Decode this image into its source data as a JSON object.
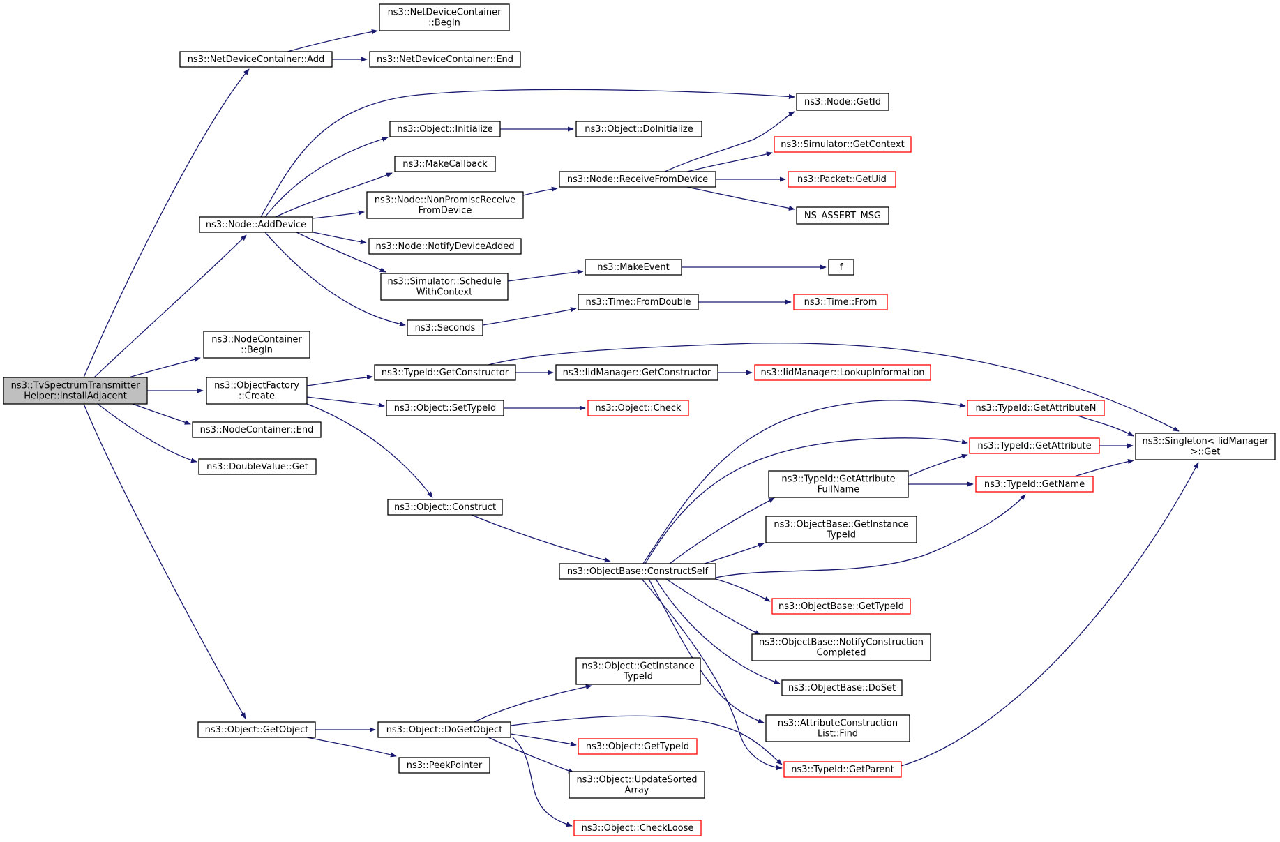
{
  "diagram": {
    "type": "call-graph",
    "colors": {
      "edge": "#191970",
      "node_border": "#000000",
      "node_border_undocumented": "#ff0000",
      "root_fill": "#bfbfbf",
      "node_fill": "#ffffff"
    },
    "nodes": [
      {
        "id": "root",
        "lines": [
          "ns3::TvSpectrumTransmitter",
          "Helper::InstallAdjacent"
        ],
        "style": "root"
      },
      {
        "id": "ndc_add",
        "lines": [
          "ns3::NetDeviceContainer::Add"
        ],
        "style": "normal"
      },
      {
        "id": "ndc_begin",
        "lines": [
          "ns3::NetDeviceContainer",
          "::Begin"
        ],
        "style": "normal"
      },
      {
        "id": "ndc_end",
        "lines": [
          "ns3::NetDeviceContainer::End"
        ],
        "style": "normal"
      },
      {
        "id": "node_adddevice",
        "lines": [
          "ns3::Node::AddDevice"
        ],
        "style": "normal"
      },
      {
        "id": "node_getid",
        "lines": [
          "ns3::Node::GetId"
        ],
        "style": "normal"
      },
      {
        "id": "obj_initialize",
        "lines": [
          "ns3::Object::Initialize"
        ],
        "style": "normal"
      },
      {
        "id": "obj_doinitialize",
        "lines": [
          "ns3::Object::DoInitialize"
        ],
        "style": "normal"
      },
      {
        "id": "makecallback",
        "lines": [
          "ns3::MakeCallback"
        ],
        "style": "normal"
      },
      {
        "id": "node_nonpromisc",
        "lines": [
          "ns3::Node::NonPromiscReceive",
          "FromDevice"
        ],
        "style": "normal"
      },
      {
        "id": "node_receive",
        "lines": [
          "ns3::Node::ReceiveFromDevice"
        ],
        "style": "normal"
      },
      {
        "id": "sim_getcontext",
        "lines": [
          "ns3::Simulator::GetContext"
        ],
        "style": "red"
      },
      {
        "id": "packet_getuid",
        "lines": [
          "ns3::Packet::GetUid"
        ],
        "style": "red"
      },
      {
        "id": "ns_assert",
        "lines": [
          "NS_ASSERT_MSG"
        ],
        "style": "normal"
      },
      {
        "id": "node_notify",
        "lines": [
          "ns3::Node::NotifyDeviceAdded"
        ],
        "style": "normal"
      },
      {
        "id": "sim_schedule",
        "lines": [
          "ns3::Simulator::Schedule",
          "WithContext"
        ],
        "style": "normal"
      },
      {
        "id": "makeevent",
        "lines": [
          "ns3::MakeEvent"
        ],
        "style": "normal"
      },
      {
        "id": "f",
        "lines": [
          "f"
        ],
        "style": "normal"
      },
      {
        "id": "seconds",
        "lines": [
          "ns3::Seconds"
        ],
        "style": "normal"
      },
      {
        "id": "time_fromdouble",
        "lines": [
          "ns3::Time::FromDouble"
        ],
        "style": "normal"
      },
      {
        "id": "time_from",
        "lines": [
          "ns3::Time::From"
        ],
        "style": "red"
      },
      {
        "id": "nc_begin",
        "lines": [
          "ns3::NodeContainer",
          "::Begin"
        ],
        "style": "normal"
      },
      {
        "id": "objfactory_create",
        "lines": [
          "ns3::ObjectFactory",
          "::Create"
        ],
        "style": "normal"
      },
      {
        "id": "typeid_getconstructor",
        "lines": [
          "ns3::TypeId::GetConstructor"
        ],
        "style": "normal"
      },
      {
        "id": "iid_getconstructor",
        "lines": [
          "ns3::IidManager::GetConstructor"
        ],
        "style": "normal"
      },
      {
        "id": "iid_lookup",
        "lines": [
          "ns3::IidManager::LookupInformation"
        ],
        "style": "red"
      },
      {
        "id": "obj_settypeid",
        "lines": [
          "ns3::Object::SetTypeId"
        ],
        "style": "normal"
      },
      {
        "id": "obj_check",
        "lines": [
          "ns3::Object::Check"
        ],
        "style": "red"
      },
      {
        "id": "nc_end",
        "lines": [
          "ns3::NodeContainer::End"
        ],
        "style": "normal"
      },
      {
        "id": "doublevalue_get",
        "lines": [
          "ns3::DoubleValue::Get"
        ],
        "style": "normal"
      },
      {
        "id": "obj_construct",
        "lines": [
          "ns3::Object::Construct"
        ],
        "style": "normal"
      },
      {
        "id": "objbase_constructself",
        "lines": [
          "ns3::ObjectBase::ConstructSelf"
        ],
        "style": "normal"
      },
      {
        "id": "typeid_getattributen",
        "lines": [
          "ns3::TypeId::GetAttributeN"
        ],
        "style": "red"
      },
      {
        "id": "typeid_getattribute",
        "lines": [
          "ns3::TypeId::GetAttribute"
        ],
        "style": "red"
      },
      {
        "id": "typeid_getattrfullname",
        "lines": [
          "ns3::TypeId::GetAttribute",
          "FullName"
        ],
        "style": "normal"
      },
      {
        "id": "typeid_getname",
        "lines": [
          "ns3::TypeId::GetName"
        ],
        "style": "red"
      },
      {
        "id": "singleton_get",
        "lines": [
          "ns3::Singleton< IidManager",
          " >::Get"
        ],
        "style": "normal"
      },
      {
        "id": "objbase_getinstancetypeid",
        "lines": [
          "ns3::ObjectBase::GetInstance",
          "TypeId"
        ],
        "style": "normal"
      },
      {
        "id": "objbase_gettypeid",
        "lines": [
          "ns3::ObjectBase::GetTypeId"
        ],
        "style": "red"
      },
      {
        "id": "objbase_notify",
        "lines": [
          "ns3::ObjectBase::NotifyConstruction",
          "Completed"
        ],
        "style": "normal"
      },
      {
        "id": "objbase_doset",
        "lines": [
          "ns3::ObjectBase::DoSet"
        ],
        "style": "normal"
      },
      {
        "id": "attrlist_find",
        "lines": [
          "ns3::AttributeConstruction",
          "List::Find"
        ],
        "style": "normal"
      },
      {
        "id": "typeid_getparent",
        "lines": [
          "ns3::TypeId::GetParent"
        ],
        "style": "red"
      },
      {
        "id": "obj_getobject",
        "lines": [
          "ns3::Object::GetObject"
        ],
        "style": "normal"
      },
      {
        "id": "obj_dogetobject",
        "lines": [
          "ns3::Object::DoGetObject"
        ],
        "style": "normal"
      },
      {
        "id": "peekpointer",
        "lines": [
          "ns3::PeekPointer"
        ],
        "style": "normal"
      },
      {
        "id": "obj_getinstancetypeid",
        "lines": [
          "ns3::Object::GetInstance",
          "TypeId"
        ],
        "style": "normal"
      },
      {
        "id": "obj_gettypeid",
        "lines": [
          "ns3::Object::GetTypeId"
        ],
        "style": "red"
      },
      {
        "id": "obj_updatesorted",
        "lines": [
          "ns3::Object::UpdateSorted",
          "Array"
        ],
        "style": "normal"
      },
      {
        "id": "obj_checkloose",
        "lines": [
          "ns3::Object::CheckLoose"
        ],
        "style": "red"
      }
    ],
    "edges": [
      {
        "from": "root",
        "to": "ndc_add"
      },
      {
        "from": "root",
        "to": "node_adddevice"
      },
      {
        "from": "root",
        "to": "nc_begin"
      },
      {
        "from": "root",
        "to": "objfactory_create"
      },
      {
        "from": "root",
        "to": "nc_end"
      },
      {
        "from": "root",
        "to": "doublevalue_get"
      },
      {
        "from": "root",
        "to": "obj_getobject"
      },
      {
        "from": "ndc_add",
        "to": "ndc_begin"
      },
      {
        "from": "ndc_add",
        "to": "ndc_end"
      },
      {
        "from": "node_adddevice",
        "to": "node_getid"
      },
      {
        "from": "node_adddevice",
        "to": "obj_initialize"
      },
      {
        "from": "node_adddevice",
        "to": "makecallback"
      },
      {
        "from": "node_adddevice",
        "to": "node_nonpromisc"
      },
      {
        "from": "node_adddevice",
        "to": "node_notify"
      },
      {
        "from": "node_adddevice",
        "to": "sim_schedule"
      },
      {
        "from": "node_adddevice",
        "to": "seconds"
      },
      {
        "from": "obj_initialize",
        "to": "obj_doinitialize"
      },
      {
        "from": "node_nonpromisc",
        "to": "node_receive"
      },
      {
        "from": "node_receive",
        "to": "node_getid"
      },
      {
        "from": "node_receive",
        "to": "sim_getcontext"
      },
      {
        "from": "node_receive",
        "to": "packet_getuid"
      },
      {
        "from": "node_receive",
        "to": "ns_assert"
      },
      {
        "from": "sim_schedule",
        "to": "makeevent"
      },
      {
        "from": "makeevent",
        "to": "f"
      },
      {
        "from": "seconds",
        "to": "time_fromdouble"
      },
      {
        "from": "time_fromdouble",
        "to": "time_from"
      },
      {
        "from": "objfactory_create",
        "to": "typeid_getconstructor"
      },
      {
        "from": "objfactory_create",
        "to": "obj_settypeid"
      },
      {
        "from": "objfactory_create",
        "to": "obj_construct"
      },
      {
        "from": "typeid_getconstructor",
        "to": "iid_getconstructor"
      },
      {
        "from": "typeid_getconstructor",
        "to": "singleton_get"
      },
      {
        "from": "iid_getconstructor",
        "to": "iid_lookup"
      },
      {
        "from": "obj_settypeid",
        "to": "obj_check"
      },
      {
        "from": "obj_construct",
        "to": "objbase_constructself"
      },
      {
        "from": "objbase_constructself",
        "to": "typeid_getattributen"
      },
      {
        "from": "objbase_constructself",
        "to": "typeid_getattribute"
      },
      {
        "from": "objbase_constructself",
        "to": "typeid_getattrfullname"
      },
      {
        "from": "objbase_constructself",
        "to": "typeid_getname"
      },
      {
        "from": "objbase_constructself",
        "to": "objbase_getinstancetypeid"
      },
      {
        "from": "objbase_constructself",
        "to": "objbase_gettypeid"
      },
      {
        "from": "objbase_constructself",
        "to": "objbase_notify"
      },
      {
        "from": "objbase_constructself",
        "to": "objbase_doset"
      },
      {
        "from": "objbase_constructself",
        "to": "attrlist_find"
      },
      {
        "from": "objbase_constructself",
        "to": "typeid_getparent"
      },
      {
        "from": "typeid_getattributen",
        "to": "singleton_get"
      },
      {
        "from": "typeid_getattribute",
        "to": "singleton_get"
      },
      {
        "from": "typeid_getattrfullname",
        "to": "typeid_getattribute"
      },
      {
        "from": "typeid_getattrfullname",
        "to": "typeid_getname"
      },
      {
        "from": "typeid_getname",
        "to": "singleton_get"
      },
      {
        "from": "typeid_getparent",
        "to": "singleton_get"
      },
      {
        "from": "obj_getobject",
        "to": "obj_dogetobject"
      },
      {
        "from": "obj_getobject",
        "to": "peekpointer"
      },
      {
        "from": "obj_dogetobject",
        "to": "obj_getinstancetypeid"
      },
      {
        "from": "obj_dogetobject",
        "to": "typeid_getparent"
      },
      {
        "from": "obj_dogetobject",
        "to": "obj_gettypeid"
      },
      {
        "from": "obj_dogetobject",
        "to": "obj_updatesorted"
      },
      {
        "from": "obj_dogetobject",
        "to": "obj_checkloose"
      }
    ]
  }
}
